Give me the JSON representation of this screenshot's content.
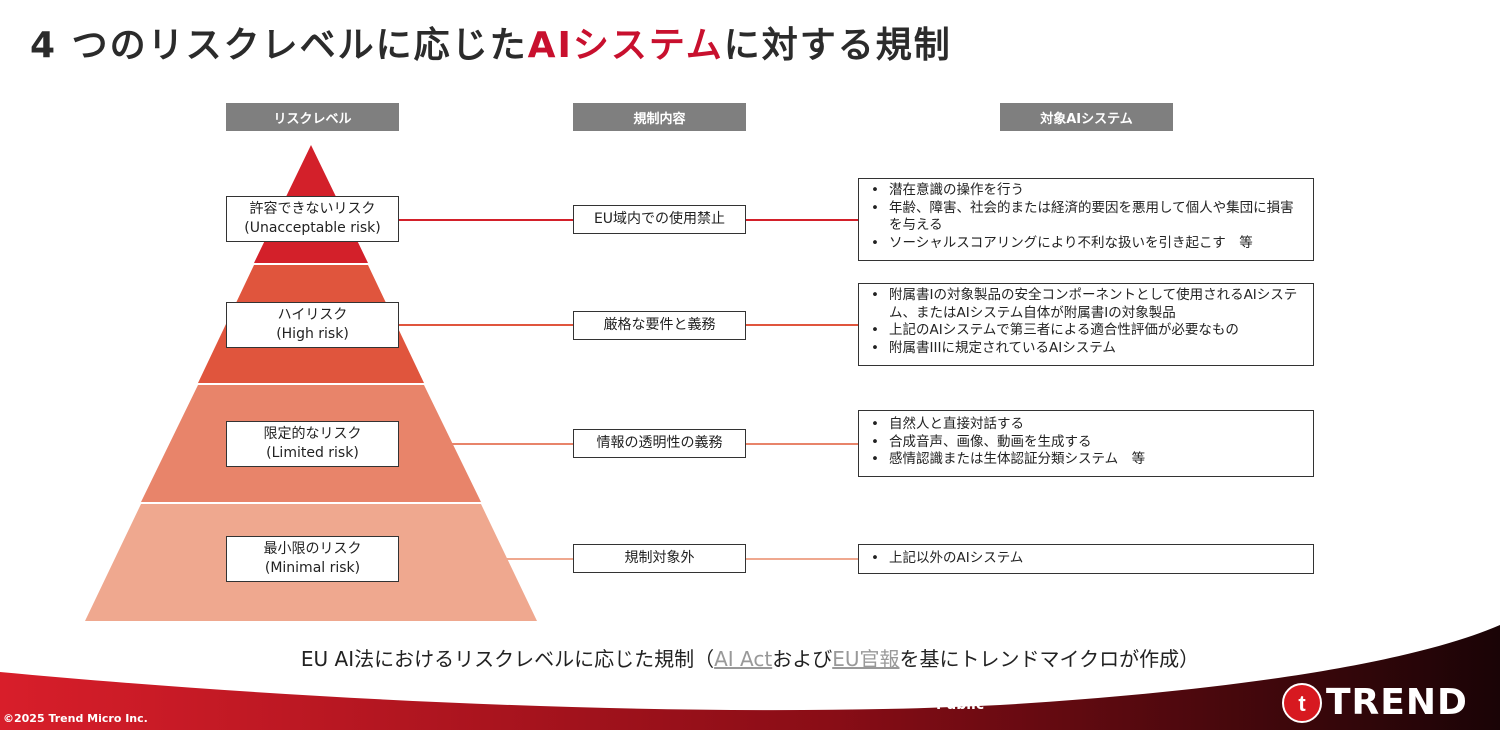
{
  "title": {
    "part1": "4 つのリスクレベルに応じた",
    "accent": "AIシステム",
    "part2": "に対する規制"
  },
  "headers": [
    "リスクレベル",
    "規制内容",
    "対象AIシステム"
  ],
  "levels": [
    {
      "ja": "許容できないリスク",
      "en": "(Unacceptable risk)",
      "regulation": "EU域内での使用禁止",
      "systems": [
        "潜在意識の操作を行う",
        "年齢、障害、社会的または経済的要因を悪用して個人や集団に損害を与える",
        "ソーシャルスコアリングにより不利な扱いを引き起こす　等"
      ],
      "color": "#d3202a"
    },
    {
      "ja": "ハイリスク",
      "en": "(High risk)",
      "regulation": "厳格な要件と義務",
      "systems": [
        "附属書Iの対象製品の安全コンポーネントとして使用されるAIシステム、またはAIシステム自体が附属書Iの対象製品",
        "上記のAIシステムで第三者による適合性評価が必要なもの",
        "附属書IIIに規定されているAIシステム"
      ],
      "color": "#e0553d"
    },
    {
      "ja": "限定的なリスク",
      "en": "(Limited risk)",
      "regulation": "情報の透明性の義務",
      "systems": [
        "自然人と直接対話する",
        "合成音声、画像、動画を生成する",
        "感情認識または生体認証分類システム　等"
      ],
      "color": "#e8846a"
    },
    {
      "ja": "最小限のリスク",
      "en": "(Minimal risk)",
      "regulation": "規制対象外",
      "systems": [
        "上記以外のAIシステム"
      ],
      "color": "#efa88f"
    }
  ],
  "caption": {
    "pre": "EU AI法におけるリスクレベルに応じた規制（",
    "link1": "AI Act",
    "mid": "および",
    "link2": "EU官報",
    "post": "を基にトレンドマイクロが作成）"
  },
  "footer": {
    "copyright": "©2025 Trend Micro Inc.",
    "classification": "Public",
    "logo": "TREND"
  }
}
